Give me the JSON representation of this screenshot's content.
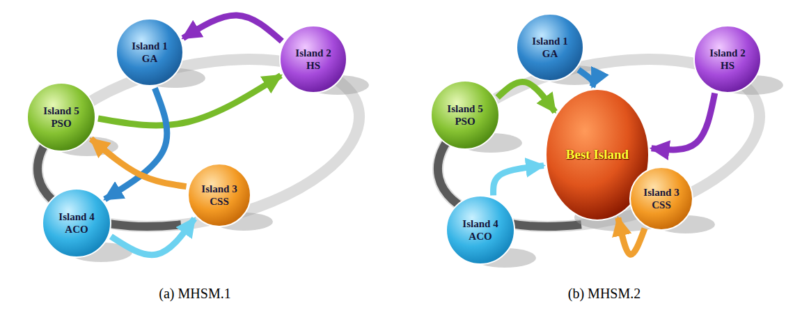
{
  "diagram": {
    "nodes": [
      {
        "text": [
          "Island 1",
          "GA"
        ]
      },
      {
        "text": [
          "Island 2",
          "HS"
        ]
      },
      {
        "text": [
          "Island 5",
          "PSO"
        ]
      },
      {
        "text": [
          "Island 3",
          "CSS"
        ]
      },
      {
        "text": [
          "Island 4",
          "ACO"
        ]
      },
      {
        "text": [
          "Island 1",
          "GA"
        ]
      },
      {
        "text": [
          "Island 2",
          "HS"
        ]
      },
      {
        "text": [
          "Island 5",
          "PSO"
        ]
      },
      {
        "text": [
          "Best Island"
        ]
      },
      {
        "text": [
          "Island 3",
          "CSS"
        ]
      },
      {
        "text": [
          "Island 4",
          "ACO"
        ]
      }
    ],
    "edges": [
      {
        "from": 1,
        "to": 0,
        "arrow": "to"
      },
      {
        "from": 2,
        "to": 1,
        "arrow": "to"
      },
      {
        "from": 0,
        "to": 4,
        "arrow": "to"
      },
      {
        "from": 3,
        "to": 2,
        "arrow": "to"
      },
      {
        "from": 4,
        "to": 3,
        "arrow": "to"
      },
      {
        "from": 5,
        "to": 8,
        "arrow": "to"
      },
      {
        "from": 6,
        "to": 8,
        "arrow": "to"
      },
      {
        "from": 7,
        "to": 8,
        "arrow": "to"
      },
      {
        "from": 10,
        "to": 8,
        "arrow": "to"
      },
      {
        "from": 9,
        "to": 8,
        "arrow": "to"
      }
    ],
    "labels": [
      "(a) MHSM.1",
      "(b) MHSM.2"
    ]
  }
}
